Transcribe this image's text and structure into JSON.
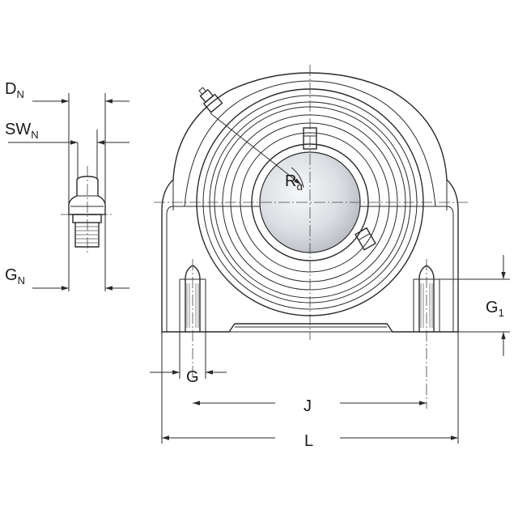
{
  "labels": {
    "dn": {
      "main": "D",
      "sub": "N"
    },
    "swn": {
      "main": "SW",
      "sub": "N"
    },
    "gn": {
      "main": "G",
      "sub": "N"
    },
    "r": {
      "main": "R",
      "sub": "α"
    },
    "g1": {
      "main": "G",
      "sub": "1"
    },
    "g": "G",
    "j": "J",
    "l": "L"
  },
  "colors": {
    "line": "#2a2a2a",
    "bore_light": "#f4f5f7",
    "bore_dark": "#b9bcc2"
  }
}
